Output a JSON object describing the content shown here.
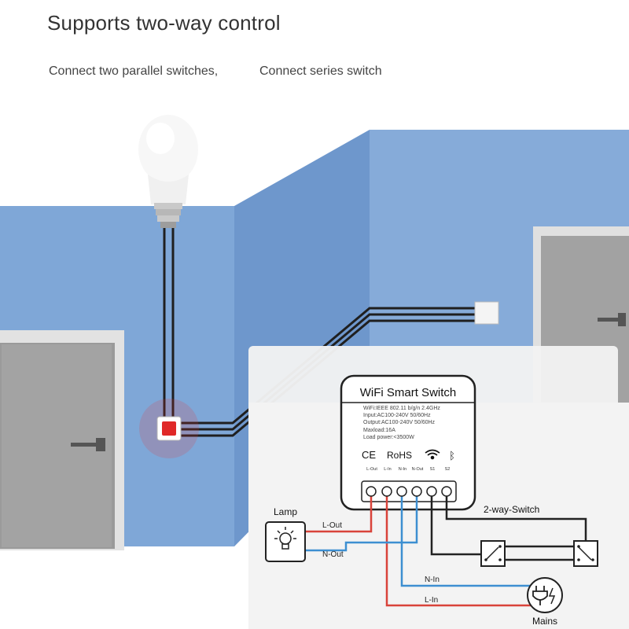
{
  "header": {
    "title": "Supports two-way control",
    "subtitle_left": "Connect two parallel switches,",
    "subtitle_right": "Connect series switch"
  },
  "device": {
    "name": "WiFi  Smart  Switch",
    "specs": [
      "WiFi:IEEE 802.11 b/g/n 2.4GHz",
      "Input:AC100-240V 50/60Hz",
      "Output:AC100-240V 50/60Hz",
      "Maxload:16A",
      "Load power:<3500W"
    ],
    "cert_ce": "CE",
    "cert_rohs": "RoHS",
    "terminals": [
      "L-Out",
      "L-In",
      "N-In",
      "N-Out",
      "S1",
      "S2"
    ]
  },
  "wiring": {
    "lamp_label": "Lamp",
    "l_out": "L-Out",
    "n_out": "N-Out",
    "n_in": "N-In",
    "l_in": "L-In",
    "two_way_switch": "2-way-Switch",
    "mains": "Mains"
  },
  "colors": {
    "wall": "#7da6d6",
    "wall_dark": "#5f86b8",
    "live_wire": "#d9433a",
    "neutral_wire": "#3d8fd1",
    "switch_wire": "#222222",
    "highlight": "#e5393a"
  }
}
